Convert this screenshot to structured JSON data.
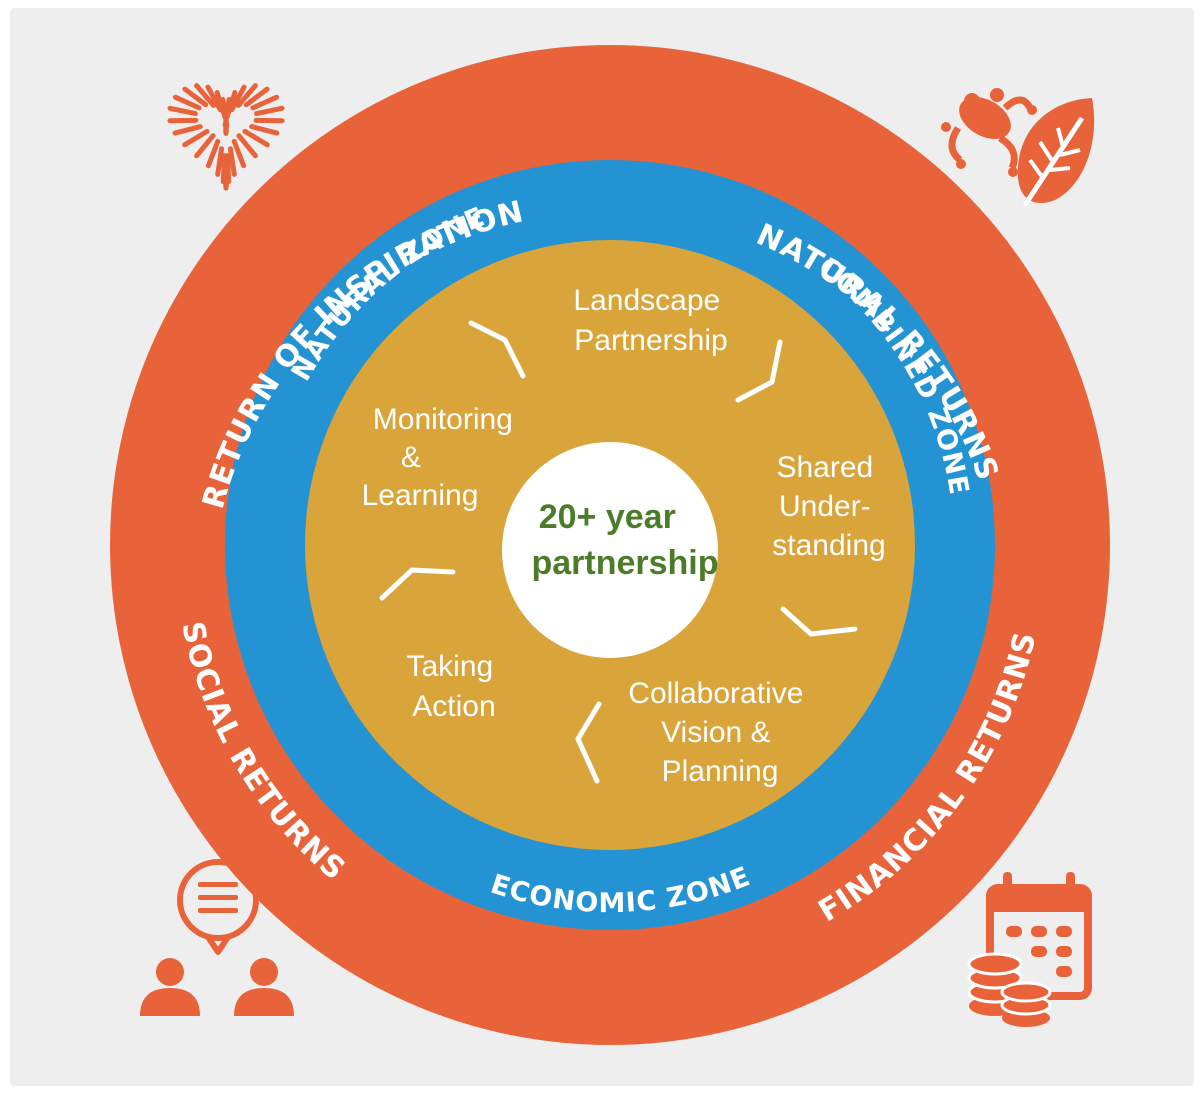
{
  "colors": {
    "background": "#eeeeef",
    "outer_ring": "#e8633a",
    "middle_ring": "#2393d3",
    "inner_disc": "#d9a43a",
    "center_disc": "#ffffff",
    "center_text": "#4a7c2a",
    "icon": "#e8633a",
    "arrow": "#ffffff"
  },
  "returns": {
    "inspiration": "RETURN OF INSPIRATION",
    "natural": "NATURAL RETURNS",
    "social": "SOCIAL RETURNS",
    "financial": "FINANCIAL RETURNS"
  },
  "zones": {
    "natural": "NATURAL ZONE",
    "combined": "COMBINED ZONE",
    "economic": "ECONOMIC ZONE"
  },
  "stages": {
    "landscape_partnership": [
      "Landscape",
      "Partnership"
    ],
    "shared_understanding": [
      "Shared",
      "Under-",
      "standing"
    ],
    "collaborative_vision": [
      "Collaborative",
      "Vision &",
      "Planning"
    ],
    "taking_action": [
      "Taking",
      "Action"
    ],
    "monitoring_learning": [
      "Monitoring",
      "&",
      "Learning"
    ]
  },
  "center": [
    "20+ year",
    "partnership"
  ],
  "icons": {
    "top_left": "heart-burst-icon",
    "top_right": "frog-leaf-icon",
    "bottom_left": "people-speech-icon",
    "bottom_right": "calendar-coins-icon"
  }
}
